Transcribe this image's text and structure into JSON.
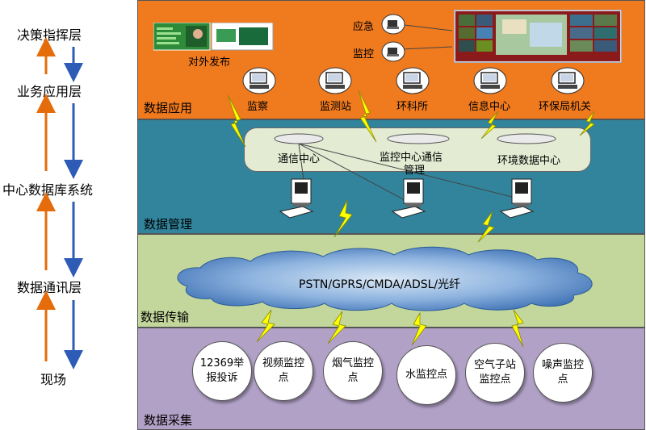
{
  "layers_left": [
    "决策指挥层",
    "业务应用层",
    "中心数据库系统",
    "数据通讯层",
    "现场"
  ],
  "bands": {
    "app": "数据应用",
    "mgmt": "数据管理",
    "trans": "数据传输",
    "collect": "数据采集"
  },
  "app": {
    "publish": "对外发布",
    "emergency": "应急",
    "monitor": "监控",
    "stations": [
      "监察",
      "监测站",
      "环科所",
      "信息中心",
      "环保局机关"
    ]
  },
  "mgmt": {
    "centers": [
      "通信中心",
      "监控中心通信",
      "管理",
      "环境数据中心"
    ]
  },
  "network": "PSTN/GPRS/CMDA/ADSL/光纤",
  "sources": [
    [
      "12369举",
      "报投诉"
    ],
    [
      "视频监控",
      "点"
    ],
    [
      "烟气监控",
      "点"
    ],
    [
      "水监控点"
    ],
    [
      "空气子站",
      "监控点"
    ],
    [
      "噪声监控",
      "点"
    ]
  ],
  "colors": {
    "app_band": "#F07A1E",
    "mgmt_band": "#31849B",
    "trans_band": "#C3D69B",
    "collect_band": "#B2A1C7",
    "up_arrow": "#E46C0A",
    "down_arrow": "#2E5BB5",
    "bolt": "#FFFF00"
  }
}
